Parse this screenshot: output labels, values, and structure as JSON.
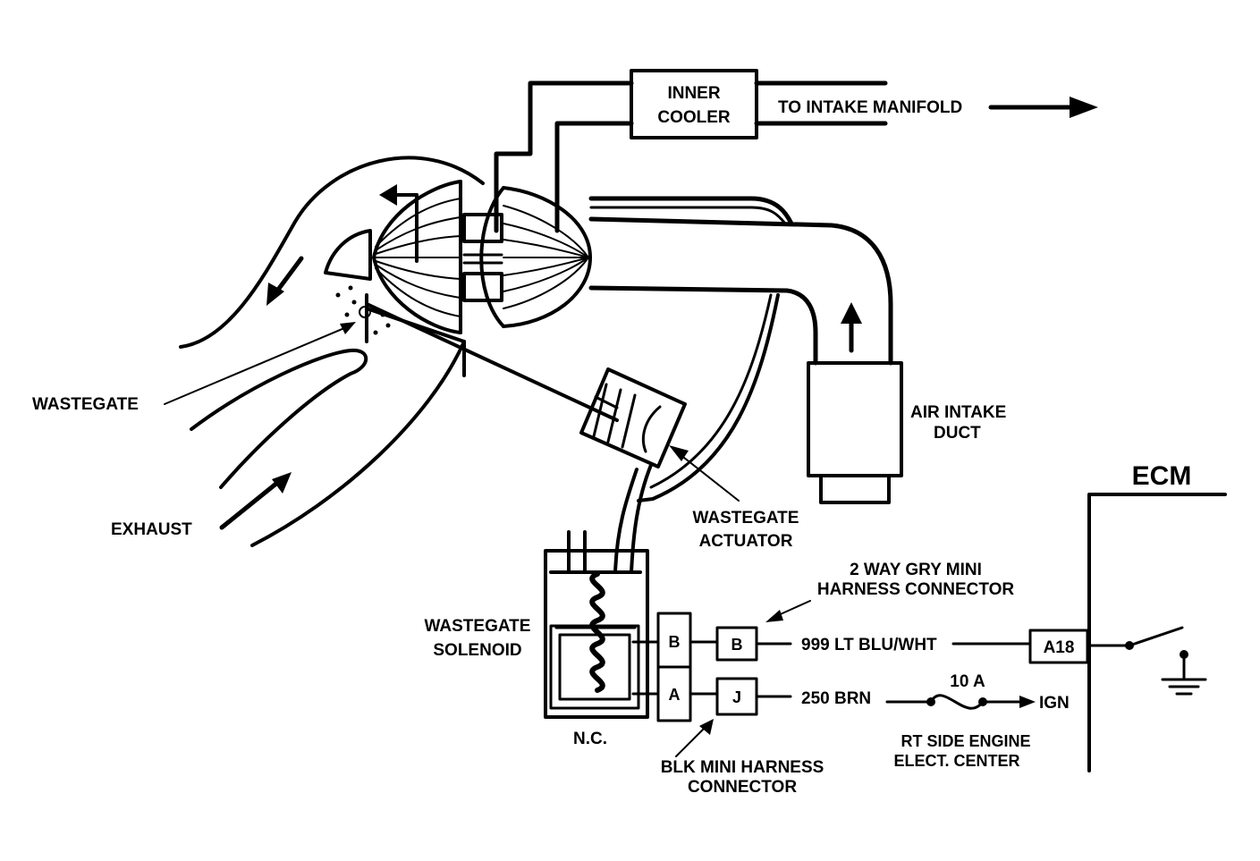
{
  "labels": {
    "inner_cooler_line1": "INNER",
    "inner_cooler_line2": "COOLER",
    "to_intake": "TO INTAKE MANIFOLD",
    "air_intake_line1": "AIR INTAKE",
    "air_intake_line2": "DUCT",
    "wastegate": "WASTEGATE",
    "exhaust": "EXHAUST",
    "actuator_line1": "WASTEGATE",
    "actuator_line2": "ACTUATOR",
    "solenoid_line1": "WASTEGATE",
    "solenoid_line2": "SOLENOID",
    "nc": "N.C.",
    "gry_connector_line1": "2 WAY GRY MINI",
    "gry_connector_line2": "HARNESS CONNECTOR",
    "blk_connector_line1": "BLK MINI HARNESS",
    "blk_connector_line2": "CONNECTOR",
    "ecm": "ECM",
    "pin_a18": "A18",
    "pin_b_solenoid": "B",
    "pin_a_solenoid": "A",
    "pin_b_connector": "B",
    "pin_j_connector": "J",
    "wire_999": "999 LT BLU/WHT",
    "wire_250": "250 BRN",
    "fuse": "10 A",
    "ign": "IGN",
    "rt_side_line1": "RT SIDE ENGINE",
    "rt_side_line2": "ELECT. CENTER"
  }
}
